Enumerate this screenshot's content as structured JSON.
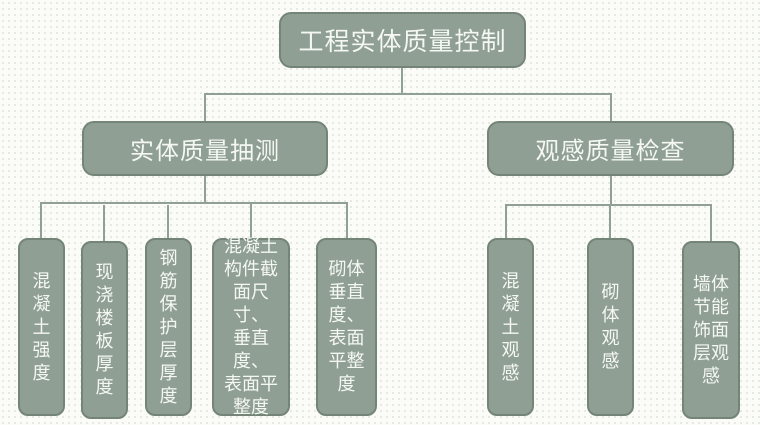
{
  "diagram": {
    "root": {
      "label": "工程实体质量控制"
    },
    "branches": [
      {
        "label": "实体质量抽测",
        "children": [
          {
            "label": "混凝土强度"
          },
          {
            "label": "现浇楼板厚度"
          },
          {
            "label": "钢筋保护层厚度"
          },
          {
            "label": "混凝土\n构件截\n面尺寸、\n垂直度、\n表面平\n整度"
          },
          {
            "label": "砌体\n垂直\n度、\n表面\n平整\n度"
          }
        ]
      },
      {
        "label": "观感质量检查",
        "children": [
          {
            "label": "混凝土观感"
          },
          {
            "label": "砌体观感"
          },
          {
            "label": "墙体\n节能\n饰面\n层观\n感"
          }
        ]
      }
    ],
    "colors": {
      "node_fill": "#8f9f94",
      "node_border": "#748578",
      "connector": "#91a096",
      "text": "#f4f7f2"
    }
  }
}
